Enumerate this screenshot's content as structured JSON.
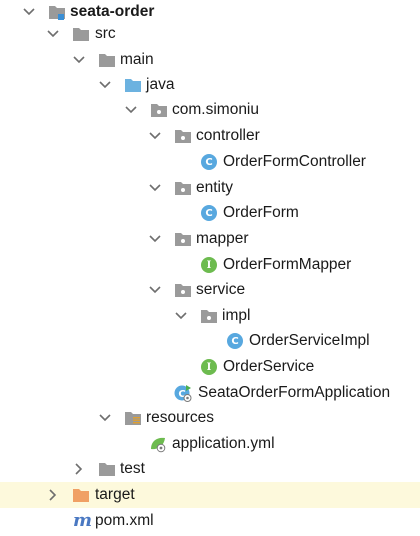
{
  "tree": {
    "root": {
      "label": "seata-order",
      "icon": "module-folder-icon"
    },
    "src": {
      "label": "src"
    },
    "main": {
      "label": "main"
    },
    "java": {
      "label": "java"
    },
    "package": {
      "label": "com.simoniu"
    },
    "controller": {
      "label": "controller"
    },
    "controller_class": {
      "label": "OrderFormController",
      "badge": "C"
    },
    "entity": {
      "label": "entity"
    },
    "entity_class": {
      "label": "OrderForm",
      "badge": "C"
    },
    "mapper": {
      "label": "mapper"
    },
    "mapper_interface": {
      "label": "OrderFormMapper",
      "badge": "I"
    },
    "service": {
      "label": "service"
    },
    "impl": {
      "label": "impl"
    },
    "impl_class": {
      "label": "OrderServiceImpl",
      "badge": "C"
    },
    "service_interface": {
      "label": "OrderService",
      "badge": "I"
    },
    "application_class": {
      "label": "SeataOrderFormApplication"
    },
    "resources": {
      "label": "resources"
    },
    "application_yml": {
      "label": "application.yml"
    },
    "test": {
      "label": "test"
    },
    "target": {
      "label": "target"
    },
    "pom": {
      "label": "pom.xml",
      "glyph": "m"
    }
  },
  "colors": {
    "folder_gray": "#9a9a9a",
    "source_folder_blue": "#6cb2e0",
    "excluded_folder_orange": "#f0a064",
    "class_badge": "#58a8df",
    "interface_badge": "#6dbb4f",
    "selection_bg": "#fdf9dc"
  }
}
